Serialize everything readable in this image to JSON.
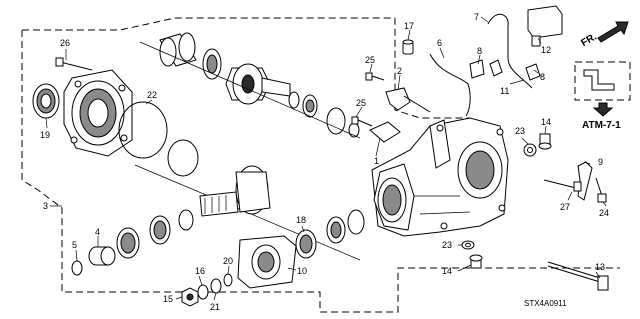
{
  "callouts": {
    "c1": "1",
    "c2": "2",
    "c3": "3",
    "c4": "4",
    "c5": "5",
    "c6": "6",
    "c7": "7",
    "c8a": "8",
    "c8b": "8",
    "c9": "9",
    "c10": "10",
    "c11": "11",
    "c12": "12",
    "c13": "13",
    "c14a": "14",
    "c14b": "14",
    "c15": "15",
    "c16": "16",
    "c17": "17",
    "c18": "18",
    "c19": "19",
    "c20": "20",
    "c21": "21",
    "c22": "22",
    "c23a": "23",
    "c23b": "23",
    "c24": "24",
    "c25a": "25",
    "c25b": "25",
    "c26": "26",
    "c27": "27"
  },
  "references": {
    "front": "FR.",
    "atm": "ATM-7-1"
  },
  "diagram_code": "STX4A0911"
}
